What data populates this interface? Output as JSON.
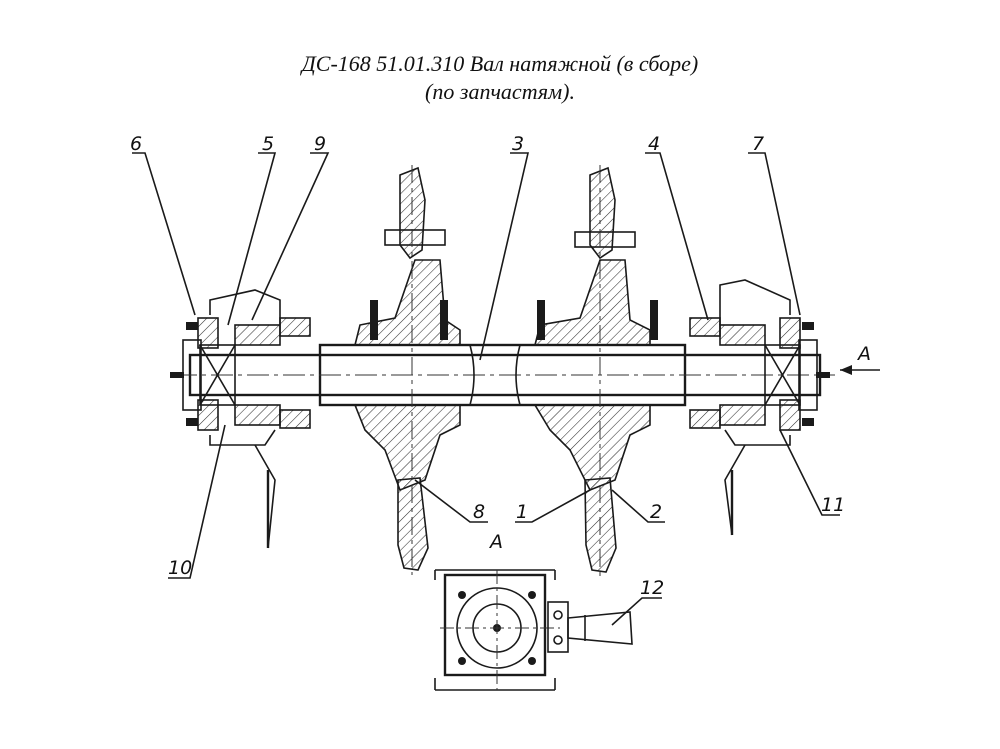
{
  "title": {
    "line1": "ДС-168 51.01.310 Вал натяжной (в сборе)",
    "line2": "(по запчастям)."
  },
  "callouts": [
    "6",
    "5",
    "9",
    "3",
    "4",
    "7",
    "8",
    "1",
    "2",
    "11",
    "10",
    "12"
  ],
  "view": {
    "arrow_label": "А",
    "view_label": "А"
  }
}
